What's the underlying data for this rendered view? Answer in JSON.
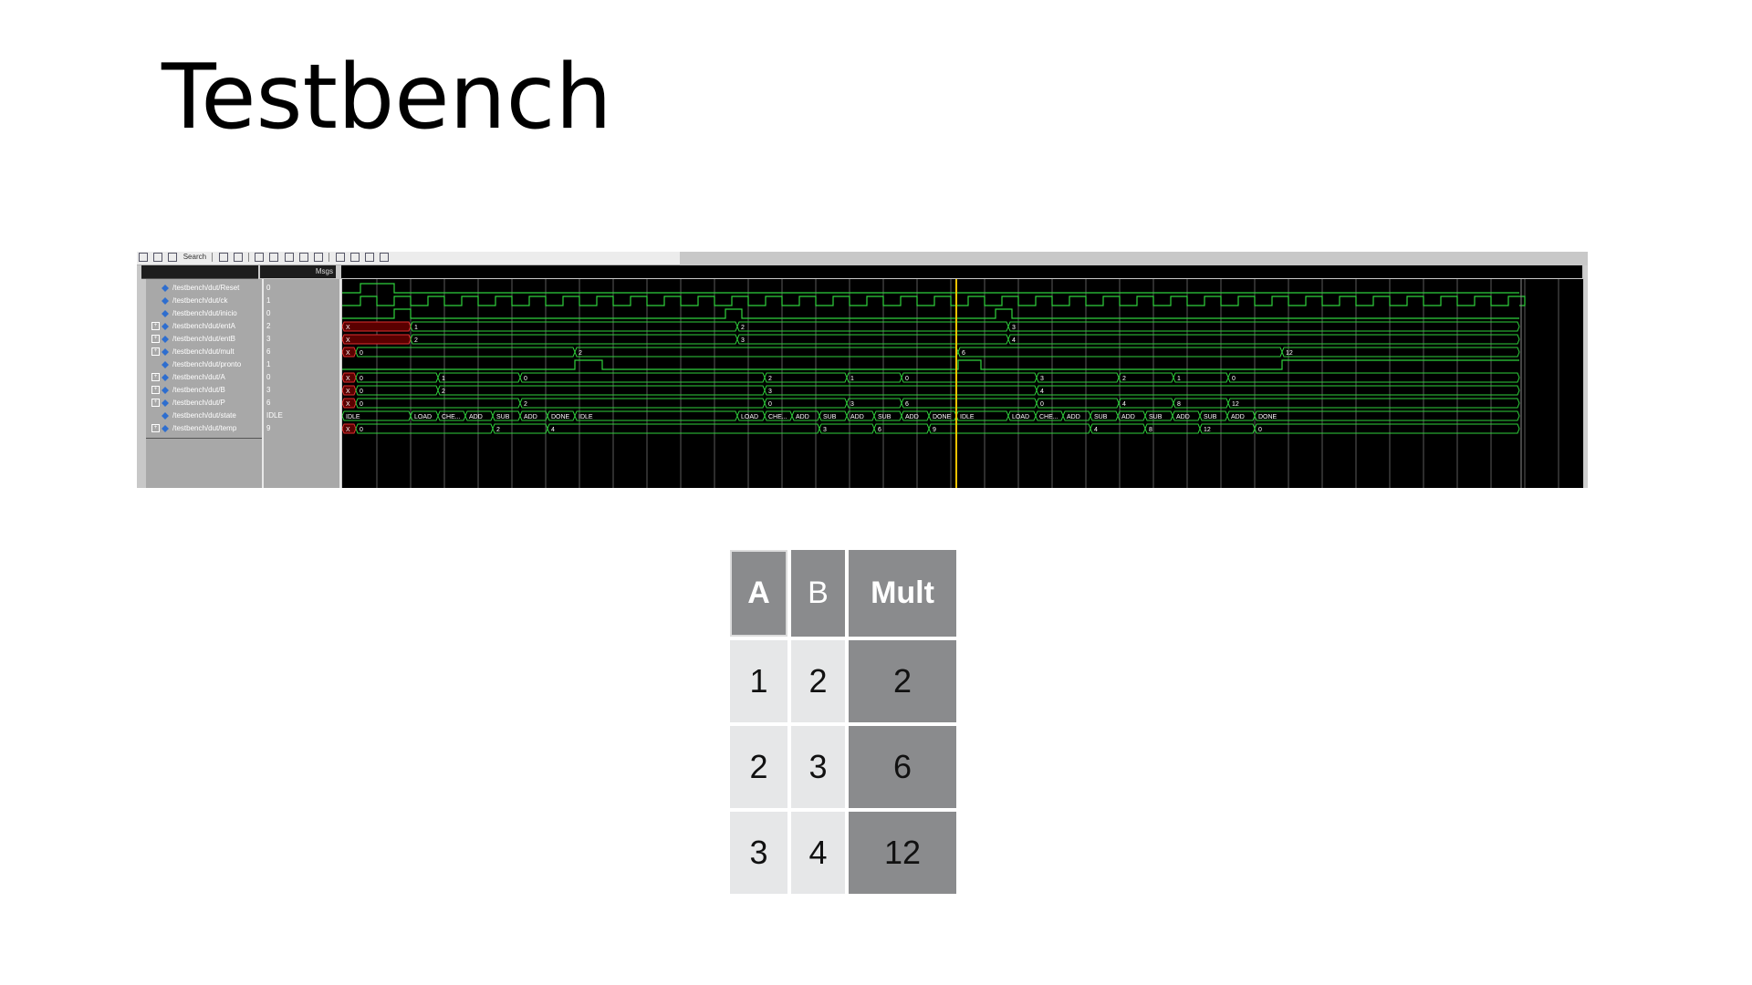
{
  "page": {
    "title": "Testbench"
  },
  "viewer": {
    "toolbar_label": "Search",
    "msgs_header": "Msgs",
    "signals": [
      {
        "name": "/testbench/dut/Reset",
        "value": "0",
        "expandable": false
      },
      {
        "name": "/testbench/dut/ck",
        "value": "1",
        "expandable": false
      },
      {
        "name": "/testbench/dut/inicio",
        "value": "0",
        "expandable": false
      },
      {
        "name": "/testbench/dut/entA",
        "value": "2",
        "expandable": true
      },
      {
        "name": "/testbench/dut/entB",
        "value": "3",
        "expandable": true
      },
      {
        "name": "/testbench/dut/mult",
        "value": "6",
        "expandable": true
      },
      {
        "name": "/testbench/dut/pronto",
        "value": "1",
        "expandable": false
      },
      {
        "name": "/testbench/dut/A",
        "value": "0",
        "expandable": true
      },
      {
        "name": "/testbench/dut/B",
        "value": "3",
        "expandable": true
      },
      {
        "name": "/testbench/dut/P",
        "value": "6",
        "expandable": true
      },
      {
        "name": "/testbench/dut/state",
        "value": "IDLE",
        "expandable": false
      },
      {
        "name": "/testbench/dut/temp",
        "value": "9",
        "expandable": true
      }
    ],
    "bus_labels": {
      "entA": [
        [
          "X",
          0
        ],
        [
          "1",
          75
        ],
        [
          "2",
          433
        ],
        [
          "3",
          730
        ]
      ],
      "entB": [
        [
          "X",
          0
        ],
        [
          "2",
          75
        ],
        [
          "3",
          433
        ],
        [
          "4",
          730
        ]
      ],
      "mult": [
        [
          "X",
          0
        ],
        [
          "0",
          15
        ],
        [
          "2",
          255
        ],
        [
          "6",
          675
        ],
        [
          "12",
          1030
        ]
      ],
      "A": [
        [
          "X",
          0
        ],
        [
          "0",
          15
        ],
        [
          "1",
          105
        ],
        [
          "0",
          195
        ],
        [
          "2",
          463
        ],
        [
          "1",
          553
        ],
        [
          "0",
          613
        ],
        [
          "3",
          761
        ],
        [
          "2",
          851
        ],
        [
          "1",
          911
        ],
        [
          "0",
          971
        ]
      ],
      "B": [
        [
          "X",
          0
        ],
        [
          "0",
          15
        ],
        [
          "2",
          105
        ],
        [
          "3",
          463
        ],
        [
          "4",
          761
        ]
      ],
      "P": [
        [
          "X",
          0
        ],
        [
          "0",
          15
        ],
        [
          "2",
          195
        ],
        [
          "0",
          463
        ],
        [
          "3",
          553
        ],
        [
          "6",
          613
        ],
        [
          "0",
          761
        ],
        [
          "4",
          851
        ],
        [
          "8",
          911
        ],
        [
          "12",
          971
        ]
      ],
      "state": [
        [
          "IDLE",
          0
        ],
        [
          "LOAD",
          75
        ],
        [
          "CHE...",
          105
        ],
        [
          "ADD",
          135
        ],
        [
          "SUB",
          165
        ],
        [
          "ADD",
          195
        ],
        [
          "DONE",
          225
        ],
        [
          "IDLE",
          255
        ],
        [
          "LOAD",
          433
        ],
        [
          "CHE...",
          463
        ],
        [
          "ADD",
          493
        ],
        [
          "SUB",
          523
        ],
        [
          "ADD",
          553
        ],
        [
          "SUB",
          583
        ],
        [
          "ADD",
          613
        ],
        [
          "DONE",
          643
        ],
        [
          "IDLE",
          673
        ],
        [
          "LOAD",
          730
        ],
        [
          "CHE...",
          760
        ],
        [
          "ADD",
          790
        ],
        [
          "SUB",
          820
        ],
        [
          "ADD",
          850
        ],
        [
          "SUB",
          880
        ],
        [
          "ADD",
          910
        ],
        [
          "SUB",
          940
        ],
        [
          "ADD",
          970
        ],
        [
          "DONE",
          1000
        ]
      ],
      "temp": [
        [
          "X",
          0
        ],
        [
          "0",
          15
        ],
        [
          "2",
          165
        ],
        [
          "4",
          225
        ],
        [
          "3",
          523
        ],
        [
          "6",
          583
        ],
        [
          "9",
          643
        ],
        [
          "4",
          820
        ],
        [
          "8",
          880
        ],
        [
          "12",
          940
        ],
        [
          "0",
          1000
        ]
      ]
    }
  },
  "table": {
    "headers": [
      "A",
      "B",
      "Mult"
    ],
    "rows": [
      [
        "1",
        "2",
        "2"
      ],
      [
        "2",
        "3",
        "6"
      ],
      [
        "3",
        "4",
        "12"
      ]
    ]
  }
}
